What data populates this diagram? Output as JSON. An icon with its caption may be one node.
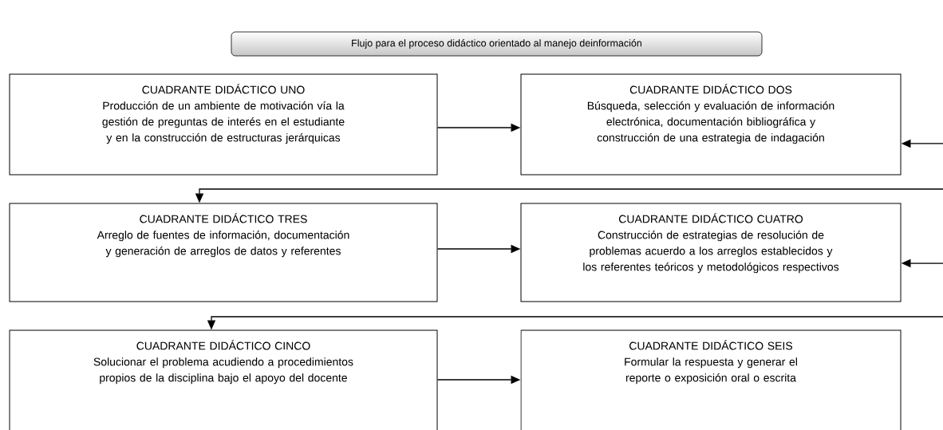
{
  "diagram": {
    "nodes": [
      {
        "text": [
          "Flujo para el proceso didáctico orientado al manejo deinformación"
        ]
      },
      {
        "text": [
          "CUADRANTE DIDÁCTICO UNO",
          "Producción de un ambiente de motivación vía la gestión de preguntas de interés en el estudiante y en la construcción de estructuras jerárquicas"
        ]
      },
      {
        "text": [
          "CUADRANTE DIDÁCTICO DOS",
          "Búsqueda, selección y evaluación de información electrónica, documentación bibliográfica y construcción de una estrategia de indagación"
        ]
      },
      {
        "text": [
          "CUADRANTE DIDÁCTICO TRES",
          "Arreglo de fuentes de información, documentación y generación de arreglos de datos y referentes"
        ]
      },
      {
        "text": [
          "CUADRANTE DIDÁCTICO CUATRO",
          "Construcción de estrategias de resolución de problemas acuerdo a los arreglos establecidos y los referentes teóricos y metodológicos respectivos"
        ]
      },
      {
        "text": [
          "CUADRANTE DIDÁCTICO CINCO",
          "Solucionar el problema acudiendo a procedimientos propios de la disciplina bajo el apoyo del docente"
        ]
      },
      {
        "text": [
          "CUADRANTE DIDÁCTICO SEIS",
          "Formular la respuesta y generar el reporte o exposición oral o escrita"
        ]
      }
    ],
    "edges": [
      {
        "from": 1,
        "to": 2,
        "arrow": "to"
      },
      {
        "from": null,
        "to": 2,
        "arrow": "to"
      },
      {
        "from": null,
        "to": 3,
        "arrow": "to"
      },
      {
        "from": 3,
        "to": 4,
        "arrow": "to"
      },
      {
        "from": null,
        "to": 4,
        "arrow": "to"
      },
      {
        "from": null,
        "to": 5,
        "arrow": "to"
      },
      {
        "from": 5,
        "to": 6,
        "arrow": "to"
      }
    ]
  }
}
